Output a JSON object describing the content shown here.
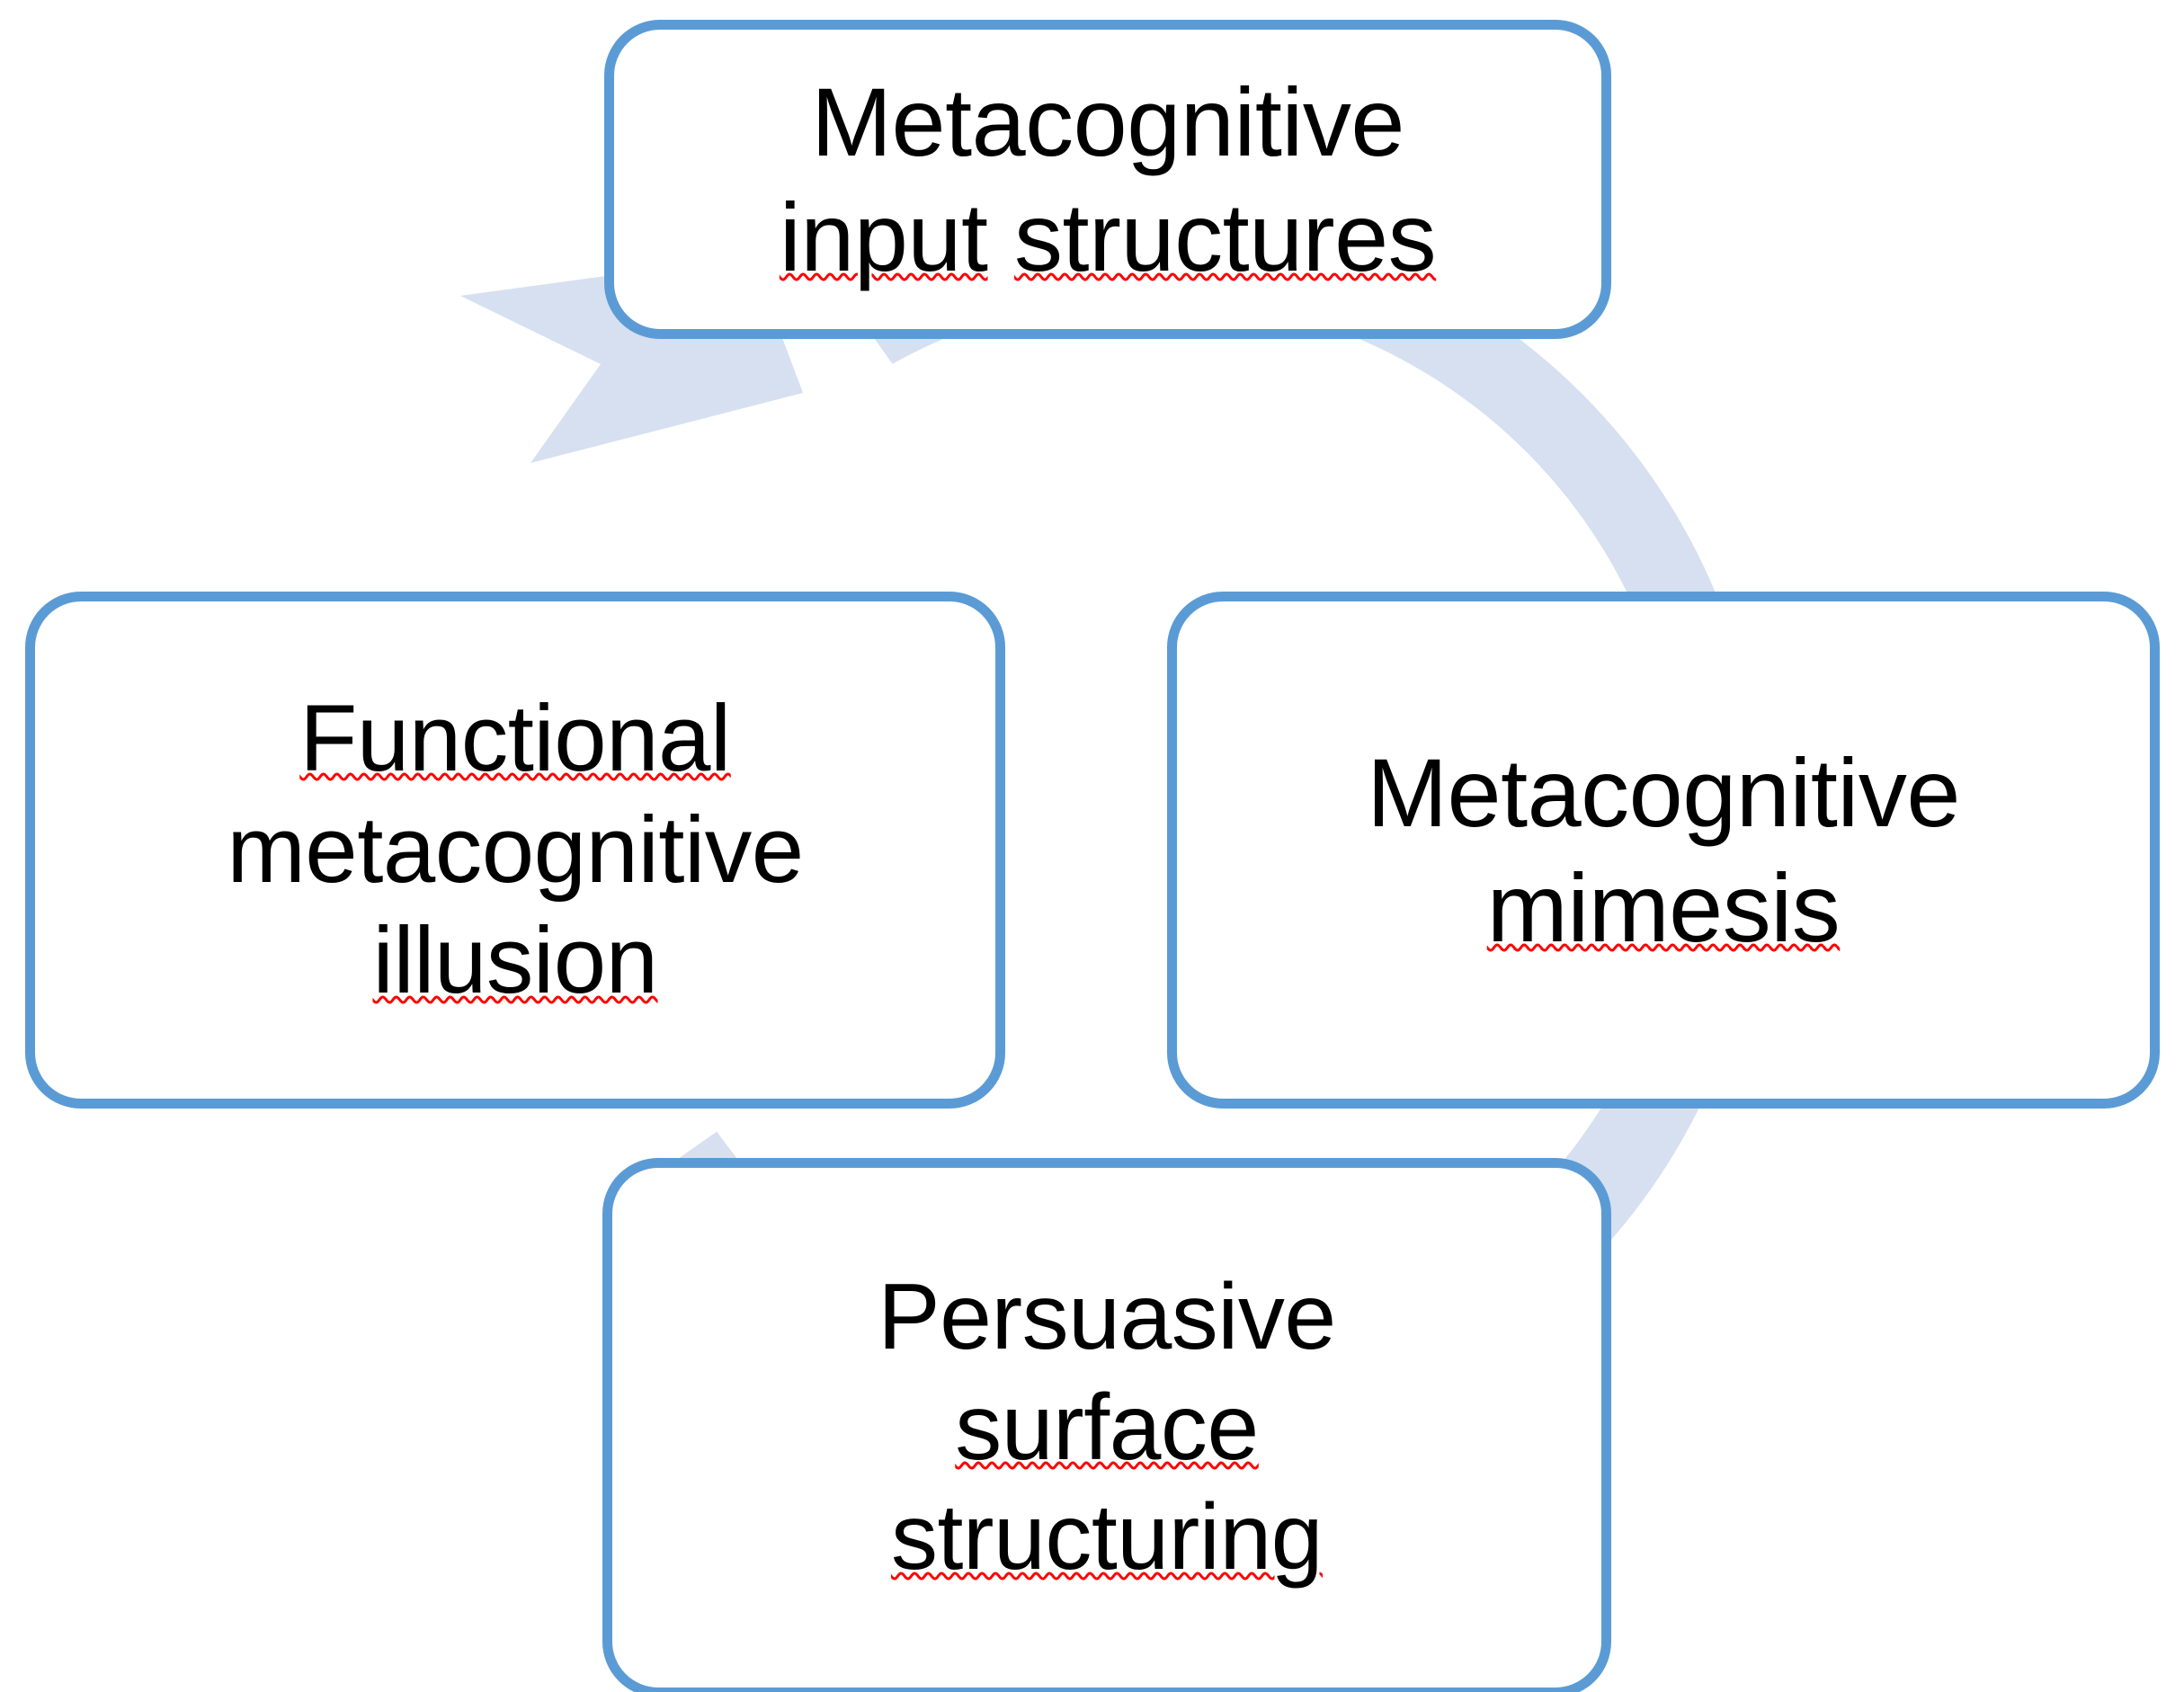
{
  "diagram": {
    "type": "cycle",
    "orientation": "four-node circular cycle with single clockwise-sweeping arrow",
    "colors": {
      "box_border": "#5B9BD5",
      "box_fill": "#FFFFFF",
      "arrow_fill": "#D6E0F0",
      "text": "#000000",
      "spellcheck_underline": "#FF0000"
    },
    "nodes": [
      {
        "id": "metacognitive-input-structures",
        "position": "top",
        "lines": [
          {
            "text": "Metacognitive",
            "misspelled": false
          },
          {
            "text": "input structures",
            "misspelled": true
          }
        ],
        "full_text": "Metacognitive input structures",
        "line1": "Metacognitive",
        "line2_word1": "input",
        "line2_space": " ",
        "line2_word2": "structures"
      },
      {
        "id": "functional-metacognitive-illusion",
        "position": "left",
        "lines": [
          {
            "text": "Functional",
            "misspelled": true
          },
          {
            "text": "metacognitive",
            "misspelled": false
          },
          {
            "text": "illusion",
            "misspelled": true
          }
        ],
        "full_text": "Functional metacognitive illusion",
        "line1": "Functional",
        "line2": "metacognitive",
        "line3": "illusion"
      },
      {
        "id": "metacognitive-mimesis",
        "position": "right",
        "lines": [
          {
            "text": "Metacognitive",
            "misspelled": false
          },
          {
            "text": "mimesis",
            "misspelled": true
          }
        ],
        "full_text": "Metacognitive mimesis",
        "line1": "Metacognitive",
        "line2": "mimesis"
      },
      {
        "id": "persuasive-surface-structuring",
        "position": "bottom",
        "lines": [
          {
            "text": "Persuasive",
            "misspelled": false
          },
          {
            "text": "surface",
            "misspelled": true
          },
          {
            "text": "structuring",
            "misspelled": true
          }
        ],
        "full_text": "Persuasive surface structuring",
        "line1": "Persuasive",
        "line2": "surface",
        "line3": "structuring"
      }
    ],
    "arrow": {
      "name": "circular-cycle-arrow",
      "direction": "counter-clockwise sweep ending with arrowhead pointing up-right into the top node",
      "head_position": "upper-left"
    }
  }
}
